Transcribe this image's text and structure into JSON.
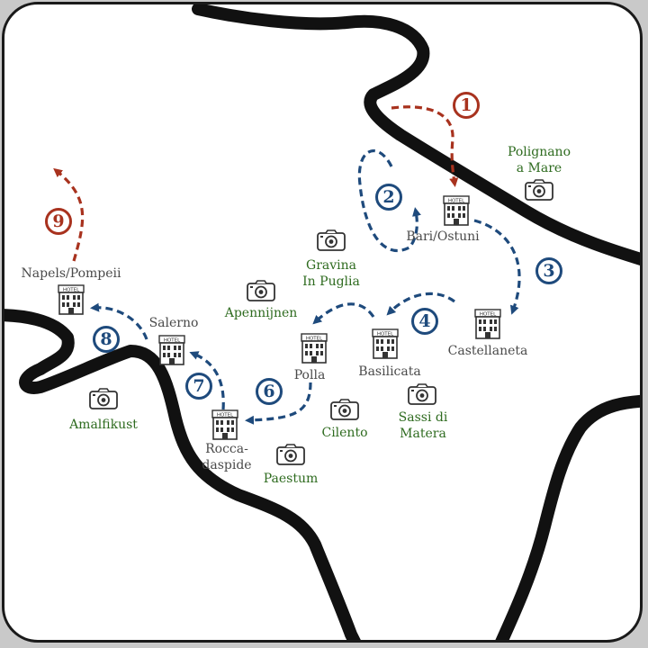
{
  "colors": {
    "route_red": "#a8321e",
    "route_blue": "#1e4a7c",
    "sight_green": "#2e6b1f",
    "town_gray": "#4a4a4a",
    "coast": "#111111"
  },
  "icons": {
    "hotel": "hotel-building-icon",
    "camera": "camera-icon"
  },
  "hotel_sign": "HOTEL",
  "steps": [
    {
      "number": "1",
      "color": "red"
    },
    {
      "number": "2",
      "color": "blue"
    },
    {
      "number": "3",
      "color": "blue"
    },
    {
      "number": "4",
      "color": "blue"
    },
    {
      "number": "6",
      "color": "blue"
    },
    {
      "number": "7",
      "color": "blue"
    },
    {
      "number": "8",
      "color": "blue"
    },
    {
      "number": "9",
      "color": "red"
    }
  ],
  "towns": {
    "bari": "Bari/Ostuni",
    "castellaneta": "Castellaneta",
    "basilicata": "Basilicata",
    "polla": "Polla",
    "roccadaspide": "Rocca-\ndaspide",
    "salerno": "Salerno",
    "napels": "Napels/Pompeii"
  },
  "sights": {
    "polignano": "Polignano\na Mare",
    "gravina": "Gravina\nIn Puglia",
    "apennijnen": "Apennijnen",
    "cilento": "Cilento",
    "sassi": "Sassi di\nMatera",
    "paestum": "Paestum",
    "amalfikust": "Amalfikust"
  }
}
